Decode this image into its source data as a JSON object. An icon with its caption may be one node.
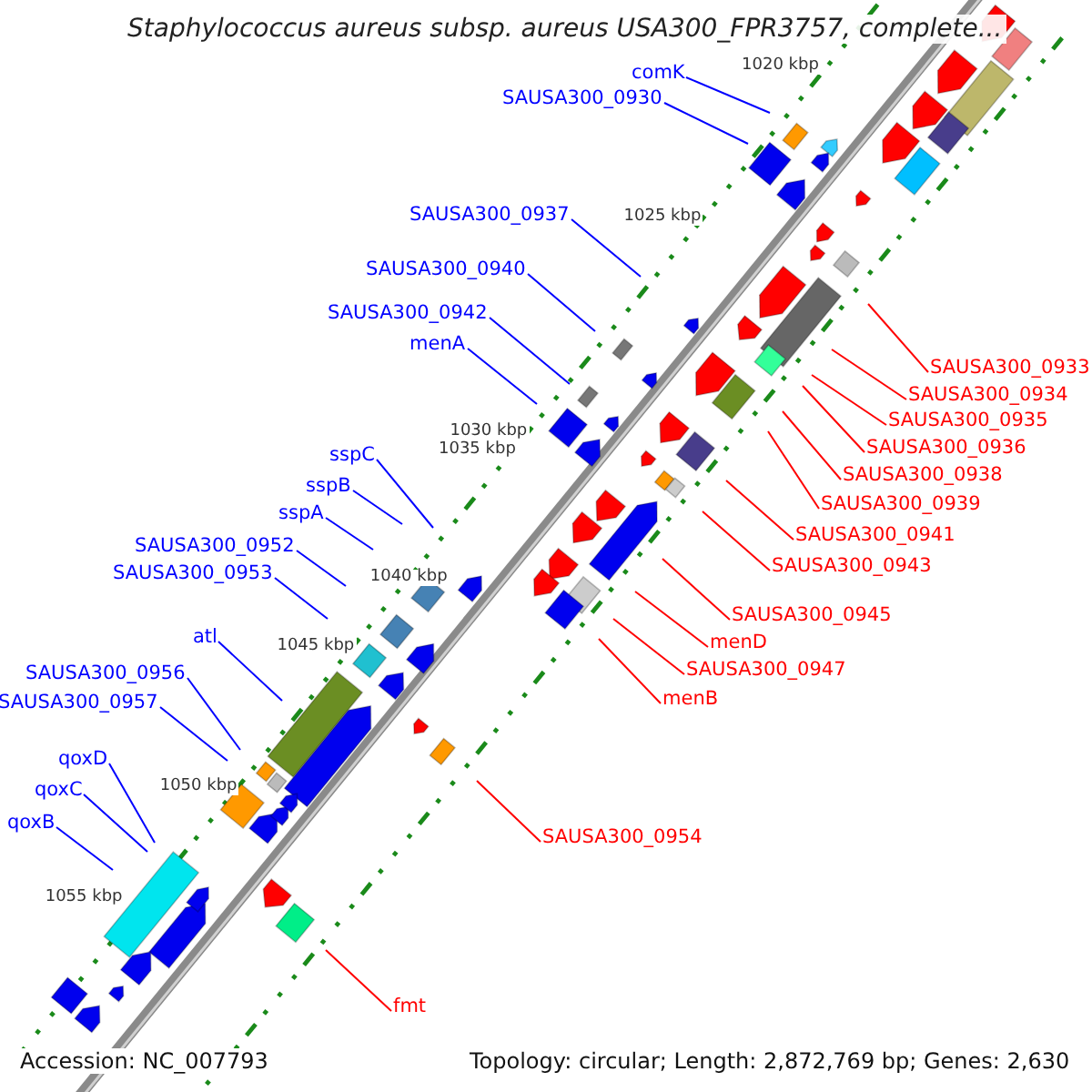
{
  "diagram": {
    "title": "Staphylococcus aureus subsp. aureus USA300_FPR3757, complete...",
    "nodes": [
      {
        "text": [
          "comK"
        ]
      },
      {
        "text": [
          "SAUSA300_0930"
        ]
      },
      {
        "text": [
          "SAUSA300_0937"
        ]
      },
      {
        "text": [
          "SAUSA300_0940"
        ]
      },
      {
        "text": [
          "SAUSA300_0942"
        ]
      },
      {
        "text": [
          "menA"
        ]
      },
      {
        "text": [
          "SAUSA300_0933"
        ]
      },
      {
        "text": [
          "SAUSA300_0934"
        ]
      },
      {
        "text": [
          "SAUSA300_0935"
        ]
      },
      {
        "text": [
          "SAUSA300_0936"
        ]
      },
      {
        "text": [
          "sspC"
        ]
      },
      {
        "text": [
          "SAUSA300_0938"
        ]
      },
      {
        "text": [
          "sspB"
        ]
      },
      {
        "text": [
          "SAUSA300_0939"
        ]
      },
      {
        "text": [
          "sspA"
        ]
      },
      {
        "text": [
          "SAUSA300_0941"
        ]
      },
      {
        "text": [
          "SAUSA300_0952"
        ]
      },
      {
        "text": [
          "SAUSA300_0943"
        ]
      },
      {
        "text": [
          "SAUSA300_0953"
        ]
      },
      {
        "text": [
          "SAUSA300_0945"
        ]
      },
      {
        "text": [
          "atl"
        ]
      },
      {
        "text": [
          "menD"
        ]
      },
      {
        "text": [
          "SAUSA300_0947"
        ]
      },
      {
        "text": [
          "SAUSA300_0956"
        ]
      },
      {
        "text": [
          "menB"
        ]
      },
      {
        "text": [
          "SAUSA300_0957"
        ]
      },
      {
        "text": [
          "qoxD"
        ]
      },
      {
        "text": [
          "qoxC"
        ]
      },
      {
        "text": [
          "qoxB"
        ]
      },
      {
        "text": [
          "SAUSA300_0954"
        ]
      },
      {
        "text": [
          "fmt"
        ]
      }
    ],
    "edges": [
      {
        "from": 0,
        "to": null,
        "arrow": "none"
      },
      {
        "from": 1,
        "to": null,
        "arrow": "none"
      },
      {
        "from": 2,
        "to": null,
        "arrow": "none"
      },
      {
        "from": 3,
        "to": null,
        "arrow": "none"
      },
      {
        "from": 4,
        "to": null,
        "arrow": "none"
      },
      {
        "from": 5,
        "to": null,
        "arrow": "none"
      },
      {
        "from": 6,
        "to": null,
        "arrow": "none",
        "color": "#ff0000"
      },
      {
        "from": 7,
        "to": null,
        "arrow": "none",
        "color": "#ff0000"
      },
      {
        "from": 8,
        "to": null,
        "arrow": "none",
        "color": "#ff0000"
      },
      {
        "from": 9,
        "to": null,
        "arrow": "none",
        "color": "#ff0000"
      },
      {
        "from": 10,
        "to": null,
        "arrow": "none"
      },
      {
        "from": 11,
        "to": null,
        "arrow": "none",
        "color": "#ff0000"
      },
      {
        "from": 12,
        "to": null,
        "arrow": "none"
      },
      {
        "from": 13,
        "to": null,
        "arrow": "none",
        "color": "#ff0000"
      },
      {
        "from": 14,
        "to": null,
        "arrow": "none"
      },
      {
        "from": 15,
        "to": null,
        "arrow": "none",
        "color": "#ff0000"
      },
      {
        "from": 16,
        "to": null,
        "arrow": "none"
      },
      {
        "from": 17,
        "to": null,
        "arrow": "none",
        "color": "#ff0000"
      },
      {
        "from": 18,
        "to": null,
        "arrow": "none"
      },
      {
        "from": 19,
        "to": null,
        "arrow": "none",
        "color": "#ff0000"
      },
      {
        "from": 20,
        "to": null,
        "arrow": "none"
      },
      {
        "from": 21,
        "to": null,
        "arrow": "none",
        "color": "#ff0000"
      },
      {
        "from": 22,
        "to": null,
        "arrow": "none",
        "color": "#ff0000"
      },
      {
        "from": 23,
        "to": null,
        "arrow": "none"
      },
      {
        "from": 24,
        "to": null,
        "arrow": "none",
        "color": "#ff0000"
      },
      {
        "from": 25,
        "to": null,
        "arrow": "none"
      },
      {
        "from": 26,
        "to": null,
        "arrow": "none"
      },
      {
        "from": 27,
        "to": null,
        "arrow": "none"
      },
      {
        "from": 28,
        "to": null,
        "arrow": "none"
      },
      {
        "from": 29,
        "to": null,
        "arrow": "none",
        "color": "#ff0000"
      },
      {
        "from": 30,
        "to": null,
        "arrow": "none",
        "color": "#ff0000"
      }
    ],
    "labels": [
      "1020 kbp",
      "1025 kbp",
      "1030 kbp",
      "1035 kbp",
      "1040 kbp",
      "1045 kbp",
      "1050 kbp",
      "1055 kbp",
      "Accession: NC_007793",
      "Topology: circular; Length: 2,872,769 bp; Genes: 2,630"
    ]
  }
}
